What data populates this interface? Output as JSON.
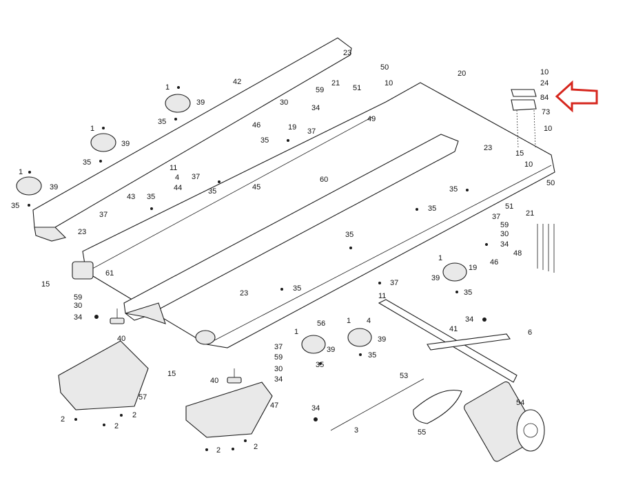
{
  "diagram": {
    "callout_arrow_color": "#d6261d",
    "labels": {
      "p10a": "10",
      "p24": "24",
      "p84": "84",
      "p73": "73",
      "p10b": "10",
      "p20": "20",
      "p50a": "50",
      "p51a": "51",
      "p10c": "10",
      "p23a": "23",
      "p21a": "21",
      "p59a": "59",
      "p30a": "30",
      "p34a": "34",
      "p37a": "37",
      "p49": "49",
      "p46a": "46",
      "p19a": "19",
      "p35a": "35",
      "p42": "42",
      "p1a": "1",
      "p39a": "39",
      "p35b": "35",
      "p1b": "1",
      "p39b": "39",
      "p35c": "35",
      "p1c": "1",
      "p39c": "39",
      "p35d": "35",
      "p11a": "11",
      "p4a": "4",
      "p37b": "37",
      "p35e": "35",
      "p44": "44",
      "p45": "45",
      "p43": "43",
      "p35f": "35",
      "p37c": "37",
      "p23b": "23",
      "p61": "61",
      "p15a": "15",
      "p59b": "59",
      "p30b": "30",
      "p34b": "34",
      "p40a": "40",
      "p60": "60",
      "p23c": "23",
      "p15b": "15",
      "p10d": "10",
      "p50b": "50",
      "p35g": "35",
      "p51b": "51",
      "p21b": "21",
      "p35h": "35",
      "p37d": "37",
      "p59c": "59",
      "p30c": "30",
      "p34c": "34",
      "p48": "48",
      "p35i": "35",
      "p1d": "1",
      "p19b": "19",
      "p46b": "46",
      "p39d": "39",
      "p35j": "35",
      "p35k": "35",
      "p37e": "37",
      "p11b": "11",
      "p4b": "4",
      "p23d": "23",
      "p56": "56",
      "p1e": "1",
      "p39e": "39",
      "p35l": "35",
      "p1f": "1",
      "p39f": "39",
      "p35m": "35",
      "p37f": "37",
      "p59d": "59",
      "p30d": "30",
      "p34d": "34",
      "p40b": "40",
      "p15c": "15",
      "p34e": "34",
      "p41": "41",
      "p6": "6",
      "p53": "53",
      "p54": "54",
      "p55": "55",
      "p57": "57",
      "p2a": "2",
      "p2b": "2",
      "p2c": "2",
      "p47": "47",
      "p2d": "2",
      "p2e": "2",
      "p34f": "34",
      "p3": "3"
    }
  }
}
